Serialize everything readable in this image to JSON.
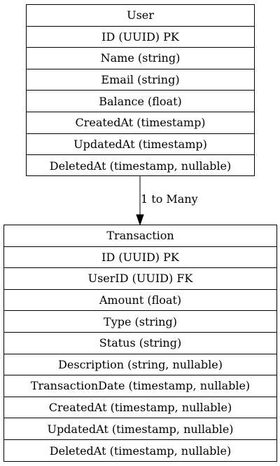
{
  "entities": {
    "user": {
      "name": "User",
      "fields": [
        "ID (UUID) PK",
        "Name (string)",
        "Email (string)",
        "Balance (float)",
        "CreatedAt (timestamp)",
        "UpdatedAt (timestamp)",
        "DeletedAt (timestamp, nullable)"
      ]
    },
    "transaction": {
      "name": "Transaction",
      "fields": [
        "ID (UUID) PK",
        "UserID (UUID) FK",
        "Amount (float)",
        "Type (string)",
        "Status (string)",
        "Description (string, nullable)",
        "TransactionDate (timestamp, nullable)",
        "CreatedAt (timestamp, nullable)",
        "UpdatedAt (timestamp, nullable)",
        "DeletedAt (timestamp, nullable)"
      ]
    }
  },
  "relationship": {
    "label": "1 to Many"
  }
}
